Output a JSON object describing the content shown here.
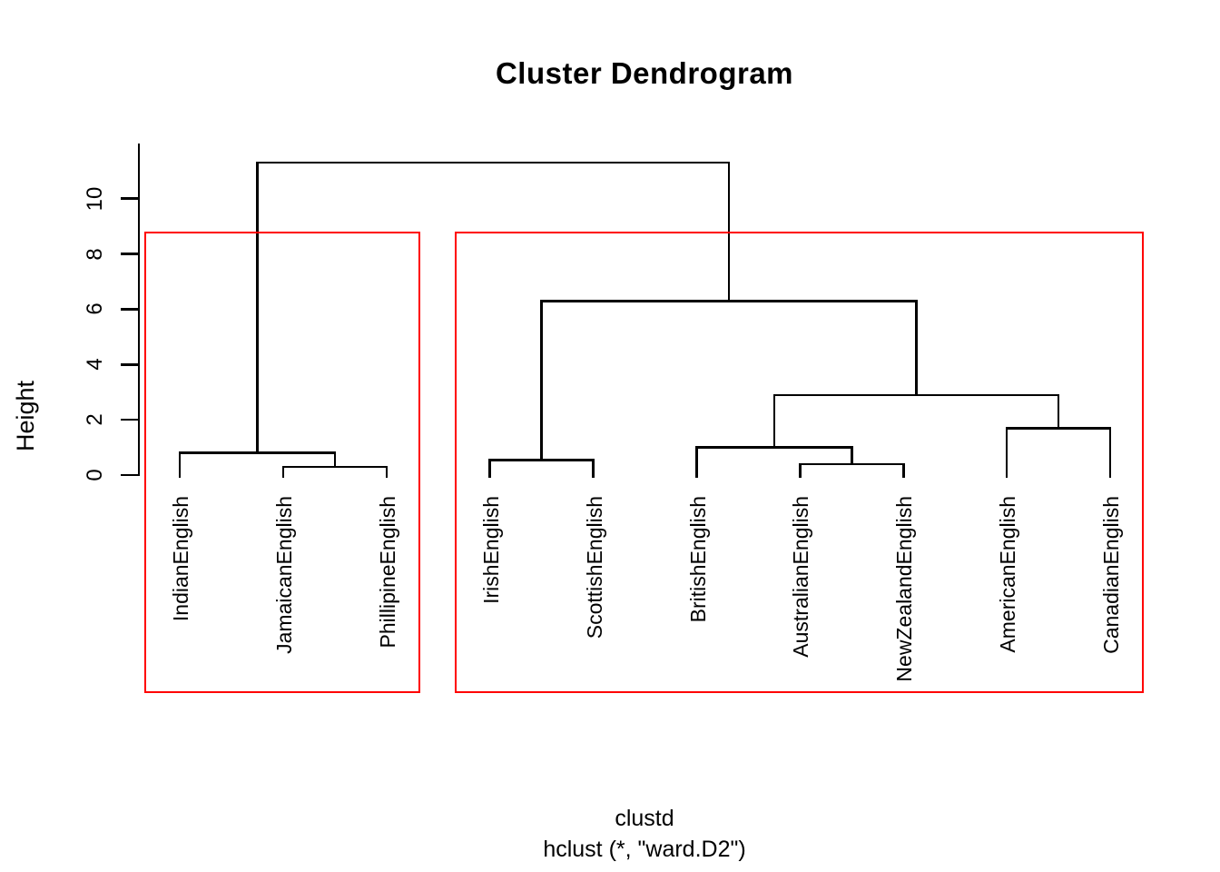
{
  "title": "Cluster Dendrogram",
  "y_axis": {
    "label": "Height",
    "ticks": [
      0,
      2,
      4,
      6,
      8,
      10
    ],
    "range": [
      0,
      11.5
    ]
  },
  "footer": {
    "xlab": "clustd",
    "sub": "hclust (*, \"ward.D2\")"
  },
  "colors": {
    "line": "#000000",
    "cluster_box": "#FF0000",
    "text": "#000000",
    "background": "#FFFFFF"
  },
  "chart_data": {
    "type": "dendrogram",
    "title": "Cluster Dendrogram",
    "ylabel": "Height",
    "ylim": [
      0,
      11.5
    ],
    "grid": false,
    "leaves": [
      "IndianEnglish",
      "JamaicanEnglish",
      "PhillipineEnglish",
      "IrishEnglish",
      "ScottishEnglish",
      "BritishEnglish",
      "AustralianEnglish",
      "NewZealandEnglish",
      "AmericanEnglish",
      "CanadianEnglish"
    ],
    "merges": [
      {
        "id": "m1",
        "children": [
          1,
          2
        ],
        "height": 0.3
      },
      {
        "id": "m2",
        "children": [
          0,
          "m1"
        ],
        "height": 0.8
      },
      {
        "id": "m3",
        "children": [
          3,
          4
        ],
        "height": 0.55
      },
      {
        "id": "m4",
        "children": [
          6,
          7
        ],
        "height": 0.4
      },
      {
        "id": "m5",
        "children": [
          5,
          "m4"
        ],
        "height": 1.0
      },
      {
        "id": "m6",
        "children": [
          8,
          9
        ],
        "height": 1.7
      },
      {
        "id": "m7",
        "children": [
          "m5",
          "m6"
        ],
        "height": 2.9
      },
      {
        "id": "m8",
        "children": [
          "m3",
          "m7"
        ],
        "height": 6.3
      },
      {
        "id": "m9",
        "children": [
          "m2",
          "m8"
        ],
        "height": 11.3
      }
    ],
    "clusters": [
      {
        "leaf_start": 0,
        "leaf_end": 2
      },
      {
        "leaf_start": 3,
        "leaf_end": 9
      }
    ]
  }
}
